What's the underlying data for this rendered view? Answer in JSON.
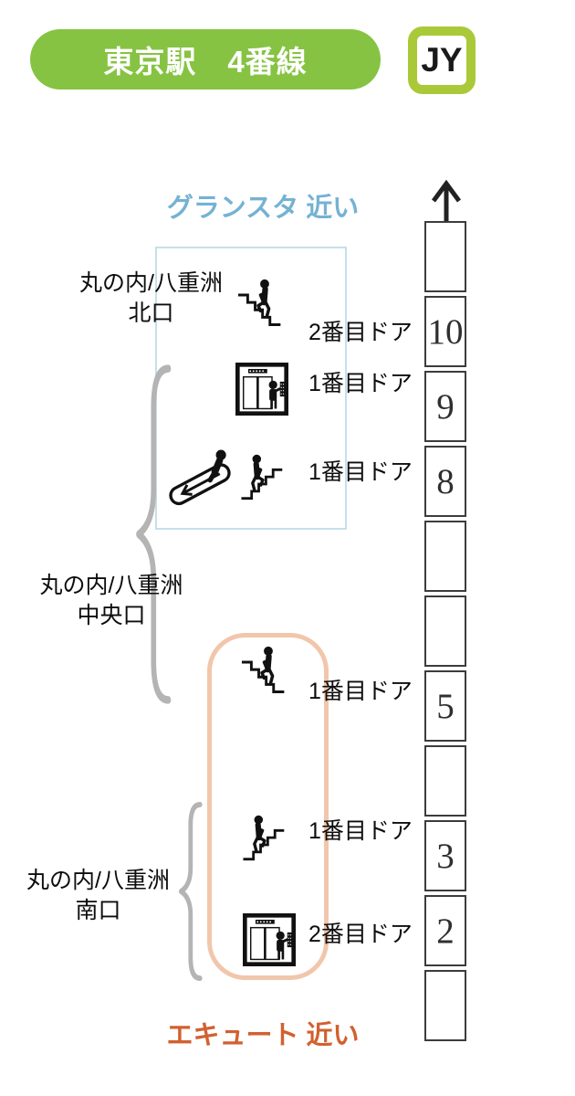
{
  "header": {
    "station_and_platform": "東京駅　4番線",
    "line_badge": "JY"
  },
  "top_landmark": "グランスタ 近い",
  "bottom_landmark": "エキュート 近い",
  "exit_labels": {
    "north": {
      "line1": "丸の内/八重洲",
      "line2": "北口"
    },
    "central": {
      "line1": "丸の内/八重洲",
      "line2": "中央口"
    },
    "south": {
      "line1": "丸の内/八重洲",
      "line2": "南口"
    }
  },
  "facility_rows": [
    {
      "icons": [
        "stairs-down-icon"
      ],
      "door_label": "2番目ドア",
      "zone": "north"
    },
    {
      "icons": [
        "elevator-icon"
      ],
      "door_label": "1番目ドア",
      "zone": "north"
    },
    {
      "icons": [
        "escalator-icon",
        "stairs-up-icon"
      ],
      "door_label": "1番目ドア",
      "zone": "north"
    },
    {
      "icons": [
        "stairs-down-icon"
      ],
      "door_label": "1番目ドア",
      "zone": "south"
    },
    {
      "icons": [
        "stairs-up-icon"
      ],
      "door_label": "1番目ドア",
      "zone": "south"
    },
    {
      "icons": [
        "elevator-icon"
      ],
      "door_label": "2番目ドア",
      "zone": "south"
    }
  ],
  "train_cars": [
    "",
    "10",
    "9",
    "8",
    "",
    "",
    "5",
    "",
    "3",
    "2",
    ""
  ],
  "direction": "up-arrow-icon",
  "colors": {
    "header_green": "#86c342",
    "badge_border_green": "#aac938",
    "gransta_blue": "#74b2d3",
    "north_box_border": "#c4e0eb",
    "ecute_orange": "#d2602e",
    "south_box_border": "#f2c6ab",
    "brace_gray": "#b4b4b4",
    "car_border": "#3c3c3c"
  }
}
